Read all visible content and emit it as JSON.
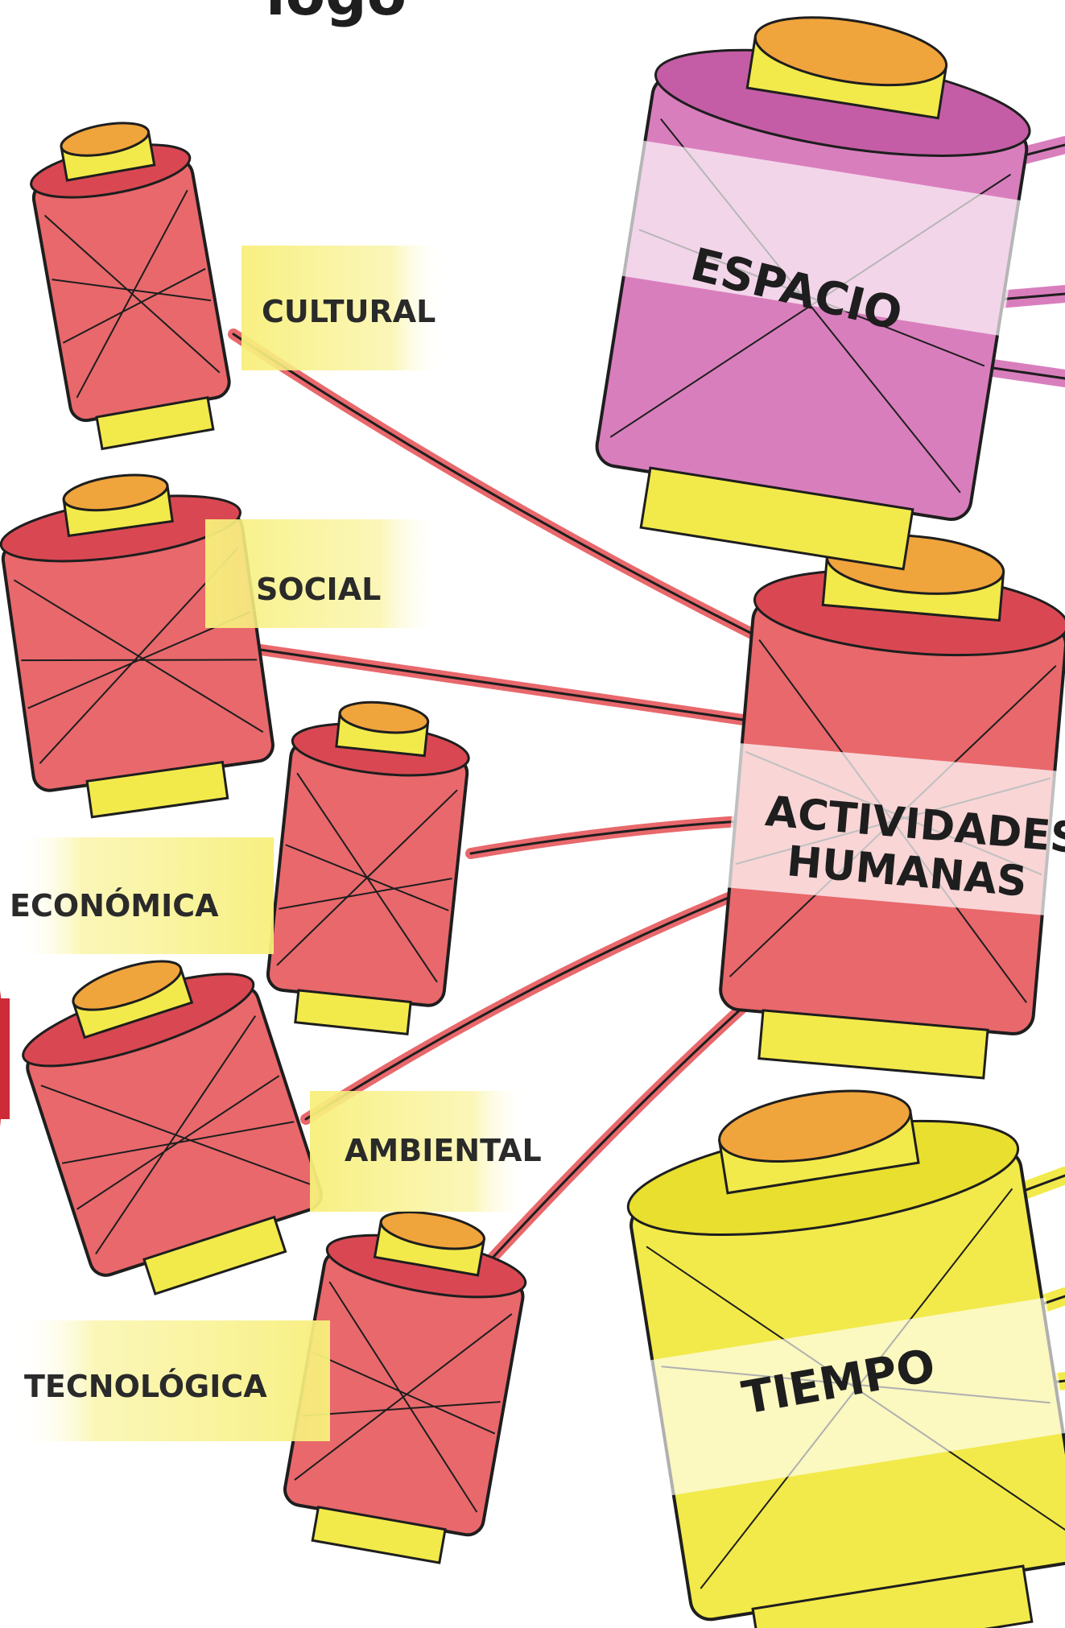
{
  "header_fragment": "logo",
  "center": {
    "line1": "ACTIVIDADES",
    "line2": "HUMANAS"
  },
  "axes": {
    "space": "ESPACIO",
    "time": "TIEMPO"
  },
  "dimensions": {
    "cultural": "CULTURAL",
    "social": "SOCIAL",
    "economica": "ECONÓMICA",
    "ambiental": "AMBIENTAL",
    "tecnologica": "TECNOLÓGICA"
  },
  "colors": {
    "red_spool": "#e8686c",
    "red_dark": "#d94852",
    "purple_spool": "#d97ebd",
    "purple_dark": "#c45da6",
    "yellow_spool": "#f2ea4a",
    "core_orange": "#f0a43c",
    "label_band": "#f7ef7a",
    "red_edge": "#cc2b37"
  }
}
